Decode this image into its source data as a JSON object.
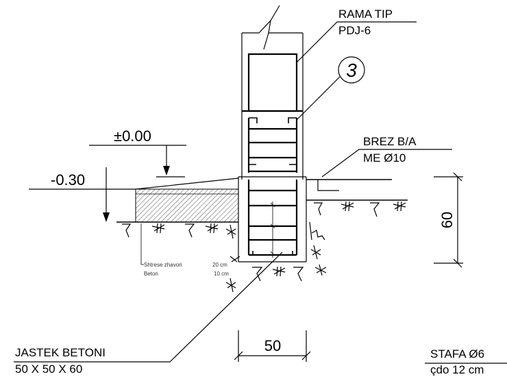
{
  "labels": {
    "rama_line1": "RAMA TIP",
    "rama_line2": "PDJ-6",
    "circle_number": "3",
    "brez_line1": "BREZ B/A",
    "brez_line2": "ME Ø10",
    "level_zero": "±0.00",
    "level_minus": "-0.30",
    "dim_height": "60",
    "dim_width": "50",
    "layer1_name": "Shtrese  zhavori",
    "layer1_value": "20 cm",
    "layer2_name": "Beton",
    "layer2_value": "10 cm",
    "jastek_line1": "JASTEK BETONI",
    "jastek_line2": "50 X 50 X 60",
    "stafa_line1": "STAFA Ø6",
    "stafa_line2": "çdo 12 cm"
  }
}
